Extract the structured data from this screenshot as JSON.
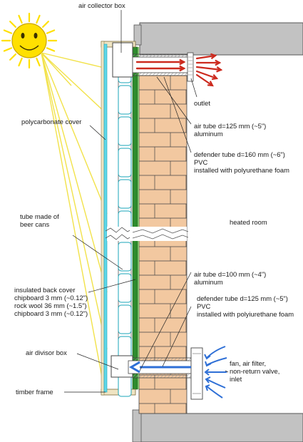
{
  "labels": {
    "air_collector_box": "air collector box",
    "outlet": "outlet",
    "polycarbonate_cover": "polycarbonate cover",
    "air_tube_top": [
      "air tube d=125 mm (~5\")",
      "aluminum"
    ],
    "defender_tube_top": [
      "defender tube d=160 mm (~6\")",
      "PVC",
      "installed with polyurethane foam"
    ],
    "tube_beer_cans": [
      "tube made of",
      "beer cans"
    ],
    "heated_room": "heated room",
    "air_tube_bottom": [
      "air tube d=100 mm (~4\")",
      "aluminum"
    ],
    "insulated_back_cover": [
      "insulated back cover",
      "chipboard 3 mm (~0.12\")",
      "rock wool 36 mm (~1.5\")",
      "chipboard 3 mm (~0.12\")"
    ],
    "defender_tube_bottom": [
      "defender tube d=125 mm (~5\")",
      "PVC",
      "installed with polyiurethane foam"
    ],
    "air_divisor_box": "air divisor box",
    "fan_inlet": [
      "fan, air filter,",
      "non-return valve,",
      "inlet"
    ],
    "timber_frame": "timber frame"
  },
  "colors": {
    "sun": "#ffe000",
    "ray": "#f2e24a",
    "cover": "#5fd7e8",
    "insulation": "#2e8b2e",
    "brick": "#f2c8a0",
    "hot_air": "#cc2a1e",
    "cold_air": "#2e6fd6",
    "wall": "#bfbfbf"
  }
}
